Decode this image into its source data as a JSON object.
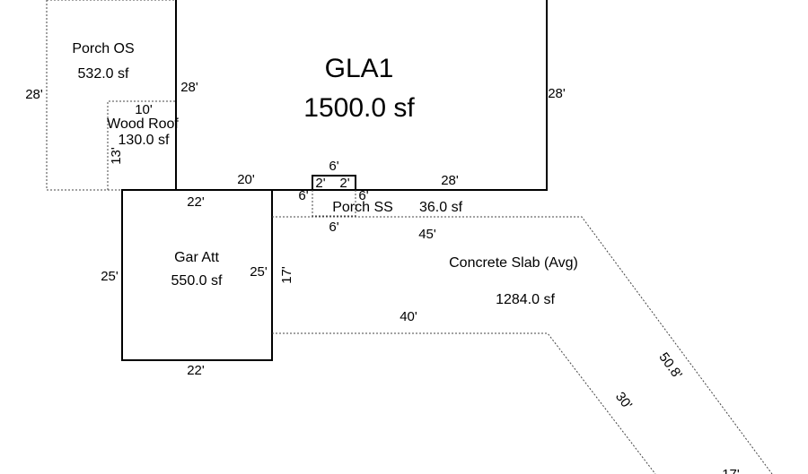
{
  "colors": {
    "line": "#000000",
    "background": "#ffffff"
  },
  "areas": {
    "gla1": {
      "name": "GLA1",
      "area": "1500.0 sf"
    },
    "porch_os": {
      "name": "Porch OS",
      "area": "532.0 sf"
    },
    "wood_roof": {
      "name": "Wood Roof",
      "area": "130.0 sf"
    },
    "porch_ss": {
      "name": "Porch SS",
      "area": "36.0 sf"
    },
    "gar_att": {
      "name": "Gar Att",
      "area": "550.0 sf"
    },
    "concrete_slab": {
      "name": "Concrete Slab (Avg)",
      "area": "1284.0 sf"
    }
  },
  "dimensions": {
    "porch_os_left": "28'",
    "gla_left": "28'",
    "gla_right": "28'",
    "wood_roof_top": "10'",
    "wood_roof_side": "13'",
    "gla_bottom_left": "20'",
    "gla_bottom_right": "28'",
    "porch_ss_top": "6'",
    "porch_ss_left": "6'",
    "porch_ss_right": "6'",
    "porch_ss_bottom": "6'",
    "porch_ss_inner_left": "2'",
    "porch_ss_inner_right": "2'",
    "gar_top": "22'",
    "gar_bottom": "22'",
    "gar_left": "25'",
    "gar_right": "25'",
    "slab_left": "17'",
    "slab_top": "45'",
    "slab_middle": "40'",
    "slab_diag_outer": "50.8'",
    "slab_diag_inner": "30'",
    "slab_bottom": "17'"
  }
}
